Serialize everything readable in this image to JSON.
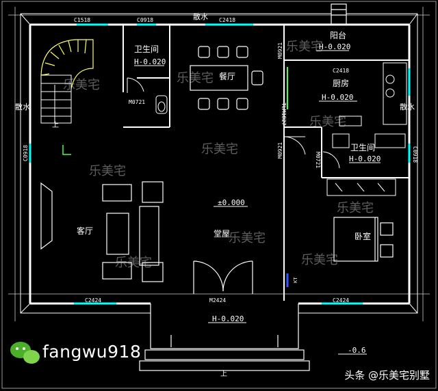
{
  "rooms": {
    "bathroom_top": "卫生间",
    "dining": "餐厅",
    "balcony": "阳台",
    "kitchen": "厨房",
    "bathroom_right": "卫生间",
    "living": "客厅",
    "hall": "堂屋",
    "bedroom": "卧室"
  },
  "levels": {
    "bathroom_top": "H-0.020",
    "balcony": "H-0.020",
    "kitchen": "H-0.020",
    "bathroom_right": "H-0.020",
    "hall": "±0.000",
    "porch": "H-0.020",
    "ground": "-0.6"
  },
  "apron": {
    "top": "散水",
    "left": "散水",
    "right": "散水"
  },
  "openings": {
    "c1518": "C1518",
    "c0918_top": "C0918",
    "c2418_top": "C2418",
    "m0921_top": "M0921",
    "tlm1827": "TLM1827",
    "c2418_kitchen": "C2418",
    "m0721_bath": "M0721",
    "m0921_mid": "M0921",
    "m0721_right": "M0721",
    "c0918_left": "C0918",
    "c0918_right": "C0918",
    "c2424_left": "C2424",
    "m2424": "M2424",
    "c2424_right": "C2424",
    "kt": "KT"
  },
  "stairs": {
    "up_top": "上",
    "up_porch": "上"
  },
  "watermarks": [
    "乐美宅",
    "乐美宅",
    "乐美宅",
    "乐美宅",
    "乐美宅",
    "乐美宅",
    "乐美宅",
    "乐美宅",
    "乐美宅",
    "乐美宅"
  ],
  "branding": {
    "wechat_id": "fangwu918",
    "credit": "头条 @乐美宅别墅"
  },
  "colors": {
    "background": "#000000",
    "wall": "#ffffff",
    "window": "#00ffff",
    "door": "#ffffff",
    "stair": "#ffff66",
    "furniture": "#ffffff",
    "grid": "#ffffff",
    "accent_green": "#44ff44",
    "wechat_green": "#4caf2a"
  }
}
